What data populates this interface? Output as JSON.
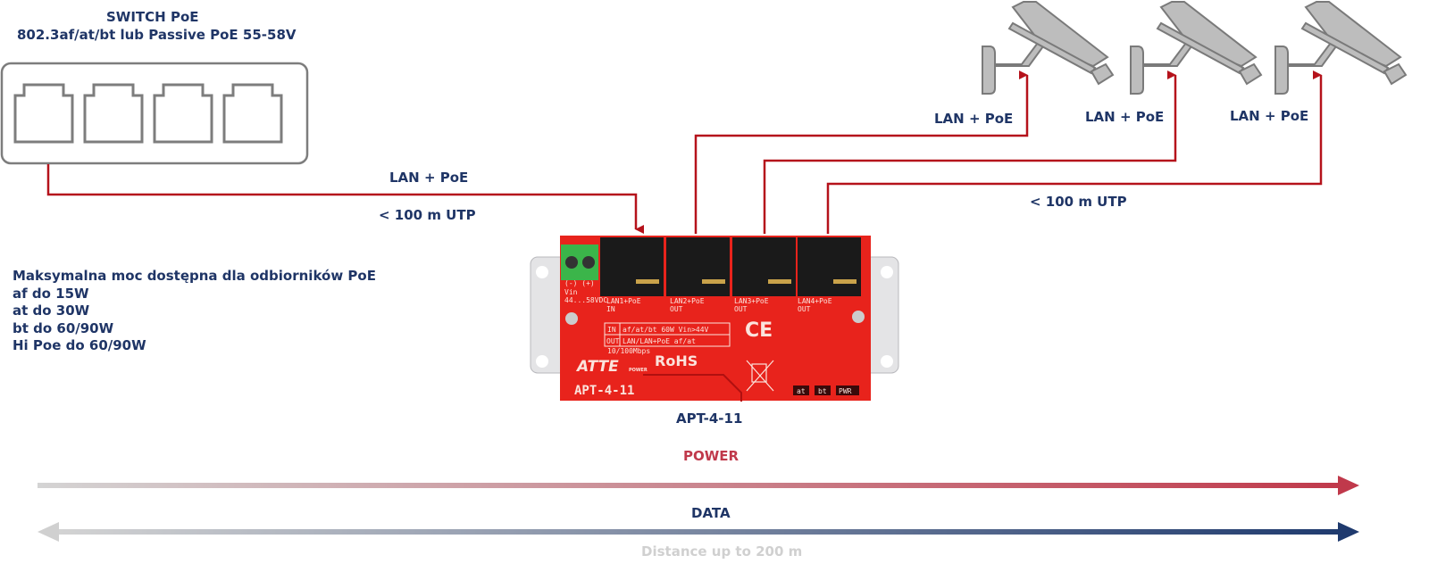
{
  "switch": {
    "title": "SWITCH PoE",
    "subtitle": "802.3af/at/bt lub Passive PoE 55-58V",
    "ports": 4
  },
  "links": {
    "input_label": "LAN + PoE",
    "input_distance": "< 100 m UTP",
    "outputs": [
      "LAN + PoE",
      "LAN + PoE",
      "LAN + PoE"
    ],
    "output_distance": "< 100 m UTP"
  },
  "power_info": {
    "heading": "Maksymalna moc dostępna dla odbiorników PoE",
    "lines": [
      "af do 15W",
      "at do 30W",
      "bt do 60/90W",
      "Hi Poe do 60/90W"
    ]
  },
  "device": {
    "name": "APT-4-11",
    "pcb": {
      "vin": "(-)  (+)",
      "vin_label": "Vin",
      "vin_range": "44...58VDC",
      "ports": [
        {
          "label": "LAN1+PoE",
          "dir": "IN"
        },
        {
          "label": "LAN2+PoE",
          "dir": "OUT"
        },
        {
          "label": "LAN3+PoE",
          "dir": "OUT"
        },
        {
          "label": "LAN4+PoE",
          "dir": "OUT"
        }
      ],
      "table_in_key": "IN",
      "table_in_val": "af/at/bt 60W Vin>44V",
      "table_out_key": "OUT",
      "table_out_val": "LAN/LAN+PoE af/at",
      "speed": "10/100Mbps",
      "brand": "ATTE",
      "brand_sub": "POWER",
      "rohs": "RoHS",
      "ce": "CE",
      "model": "APT-4-11",
      "leds": [
        "at",
        "bt",
        "PWR"
      ]
    }
  },
  "legend": {
    "power": "POWER",
    "data": "DATA",
    "distance": "Distance up to 200 m"
  },
  "colors": {
    "navy": "#1f3566",
    "line_red": "#b5121b",
    "power_red": "#c0394b",
    "pcb_red": "#e8231c",
    "camera_gray": "#bdbdbd"
  }
}
